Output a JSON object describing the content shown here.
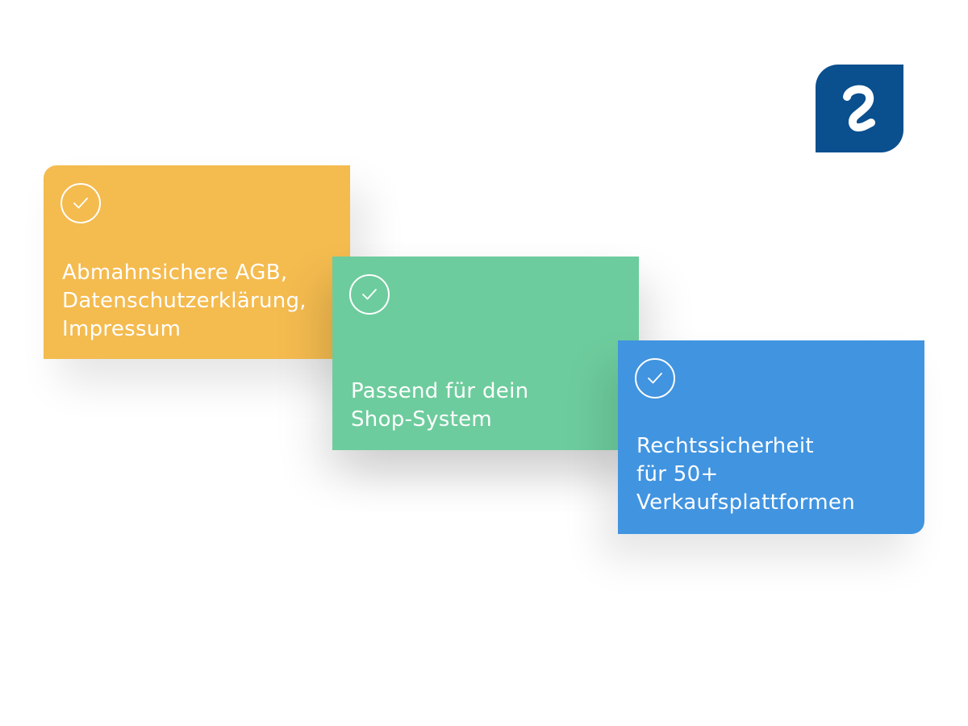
{
  "brand": {
    "logo_icon": "brand-logo-icon",
    "color": "#0a4f8e"
  },
  "cards": [
    {
      "text": "Abmahnsichere AGB,\nDatenschutzerklärung,\nImpressum",
      "color": "#f4bb4f",
      "icon": "check-circle-icon"
    },
    {
      "text": "Passend für dein\nShop-System",
      "color": "#6dcc9d",
      "icon": "check-circle-icon"
    },
    {
      "text": "Rechtssicherheit\nfür 50+\nVerkaufsplattformen",
      "color": "#4194e0",
      "icon": "check-circle-icon"
    }
  ]
}
